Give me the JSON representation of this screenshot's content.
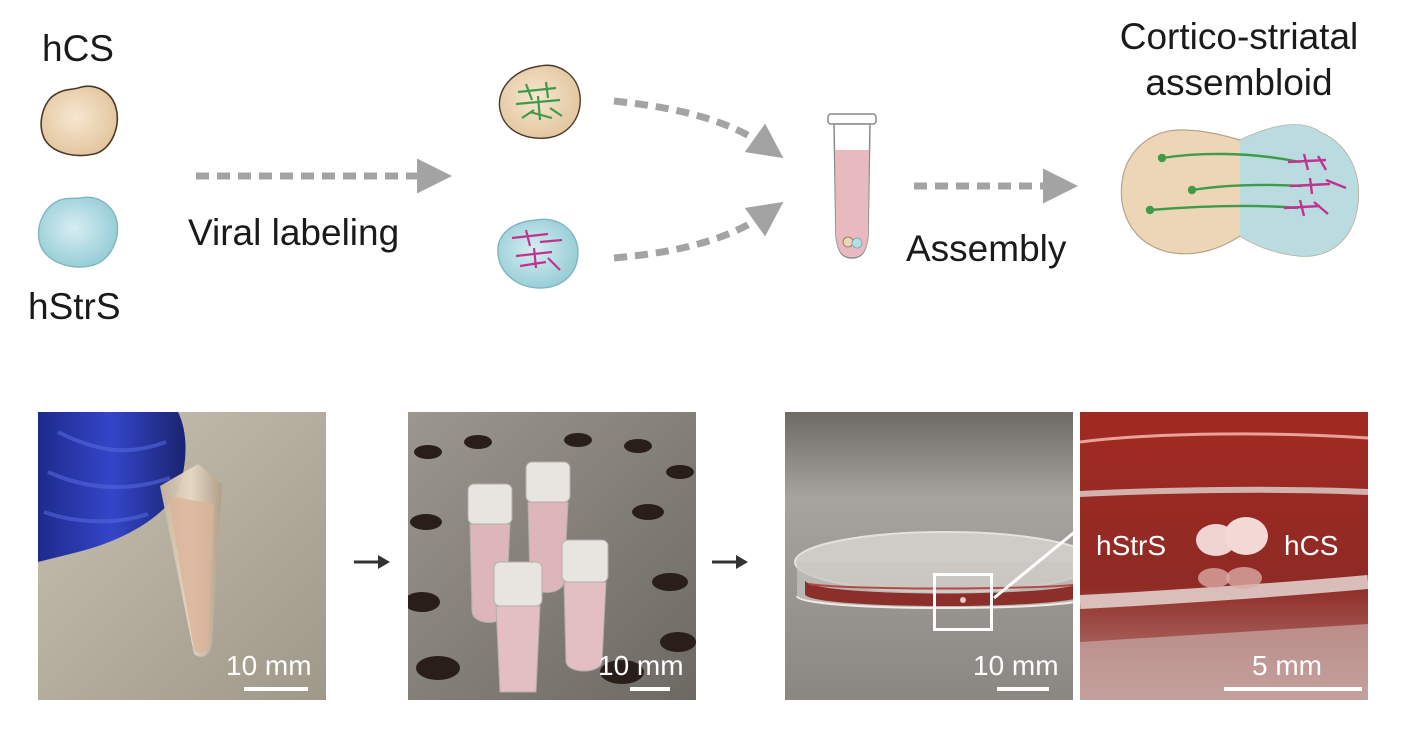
{
  "top": {
    "hcs_label": "hCS",
    "hstrs_label": "hStrS",
    "viral_label": "Viral labeling",
    "assembly_label": "Assembly",
    "assembloid_line1": "Cortico-striatal",
    "assembloid_line2": "assembloid"
  },
  "bottom": {
    "photo1_scale": "10 mm",
    "photo2_scale": "10 mm",
    "photo3_scale": "10 mm",
    "photo4_scale": "5 mm",
    "inset_left": "hStrS",
    "inset_right": "hCS"
  },
  "colors": {
    "hcs": "#ecd6b6",
    "hstrs": "#b5dde4",
    "green_neuron": "#3f9a4a",
    "magenta_neuron": "#c0338f",
    "arrow": "#a3a3a3",
    "medium": "#e9b9c0"
  }
}
